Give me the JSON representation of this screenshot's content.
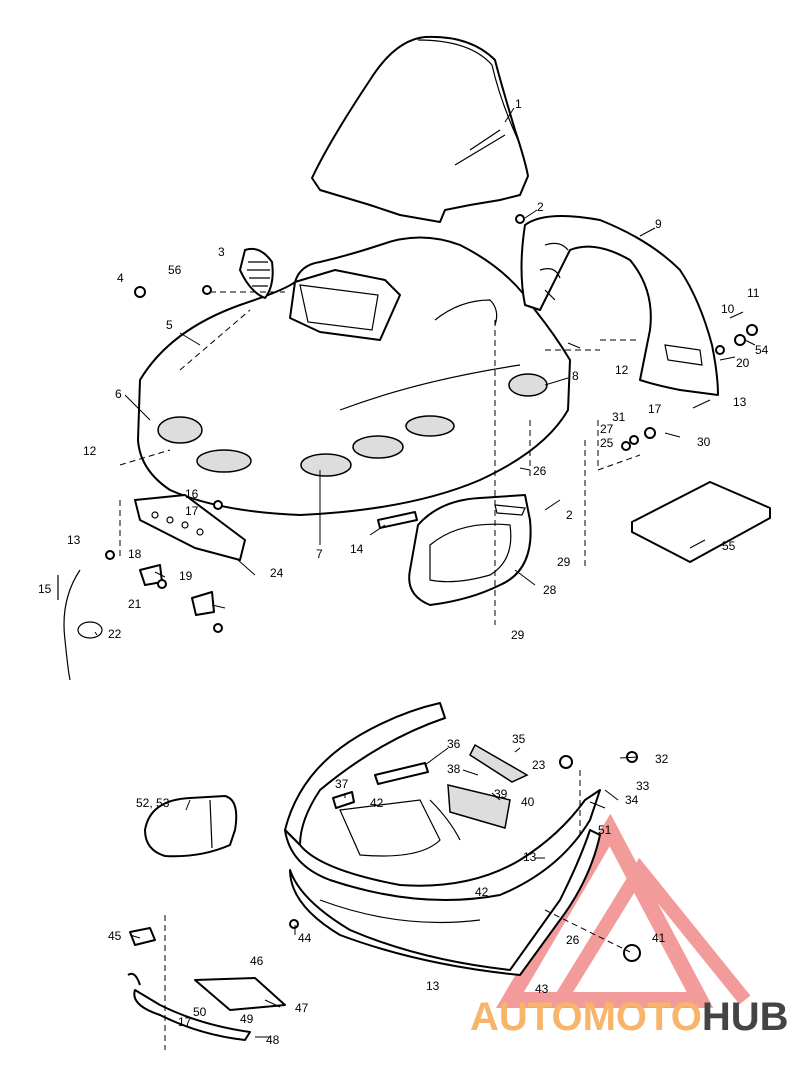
{
  "callouts": [
    "1",
    "2",
    "3",
    "4",
    "56",
    "5",
    "6",
    "12",
    "8",
    "9",
    "11",
    "10",
    "54",
    "20",
    "13",
    "17",
    "31",
    "27",
    "25",
    "30",
    "16",
    "17",
    "18",
    "19",
    "21",
    "24",
    "15",
    "22",
    "13",
    "7",
    "14",
    "26",
    "2",
    "28",
    "29",
    "29",
    "55",
    "12",
    "36",
    "35",
    "23",
    "32",
    "37",
    "38",
    "39",
    "33",
    "34",
    "52, 53",
    "40",
    "42",
    "51",
    "13",
    "42",
    "45",
    "44",
    "26",
    "41",
    "46",
    "47",
    "50",
    "17",
    "49",
    "48",
    "13",
    "43"
  ],
  "logo": {
    "auto": "AUTO",
    "moto": "MOTO",
    "hub": "HUB",
    "accent_color": "#f7b46b",
    "hub_color": "#444444",
    "triangle_color": "#ef7a7a"
  }
}
